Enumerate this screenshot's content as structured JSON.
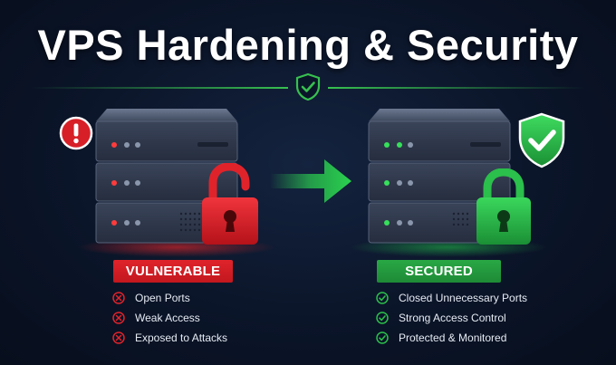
{
  "header": {
    "title": "VPS Hardening & Security"
  },
  "left": {
    "status_label": "VULNERABLE",
    "items": [
      "Open Ports",
      "Weak Access",
      "Exposed to Attacks"
    ],
    "color": "#e0232b"
  },
  "right": {
    "status_label": "SECURED",
    "items": [
      "Closed Unnecessary Ports",
      "Strong Access Control",
      "Protected & Monitored"
    ],
    "color": "#29a845"
  },
  "icons": {
    "center": "shield-check-icon",
    "left_alert": "exclamation-icon",
    "right_badge": "shield-check-icon",
    "transition": "arrow-right-icon",
    "left_lock": "unlocked-padlock-icon",
    "right_lock": "locked-padlock-icon",
    "left_bullet": "x-circle-icon",
    "right_bullet": "check-circle-icon"
  }
}
